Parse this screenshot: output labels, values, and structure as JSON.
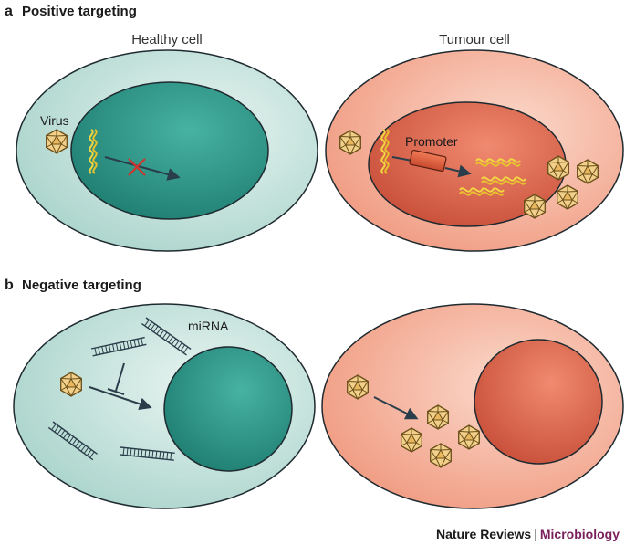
{
  "panels": {
    "a": {
      "letter": "a",
      "title": "Positive targeting"
    },
    "b": {
      "letter": "b",
      "title": "Negative targeting"
    }
  },
  "labels": {
    "healthy_cell": "Healthy cell",
    "tumour_cell": "Tumour cell",
    "virus": "Virus",
    "promoter": "Promoter",
    "mirna": "miRNA"
  },
  "credit": {
    "publisher": "Nature Reviews",
    "separator": "|",
    "journal": "Microbiology"
  },
  "colors": {
    "healthy_cytoplasm": "#bfe0d9",
    "healthy_nucleus": "#2f9a8c",
    "tumour_cytoplasm": "#f4a58e",
    "tumour_nucleus": "#d9604a",
    "virus_fill": "#f2d08a",
    "virus_stroke": "#6b4f1a",
    "rna_color": "#f2d542",
    "arrow_color": "#2a3d4a",
    "block_cross": "#d0342c",
    "journal_color": "#7a1f5c"
  }
}
